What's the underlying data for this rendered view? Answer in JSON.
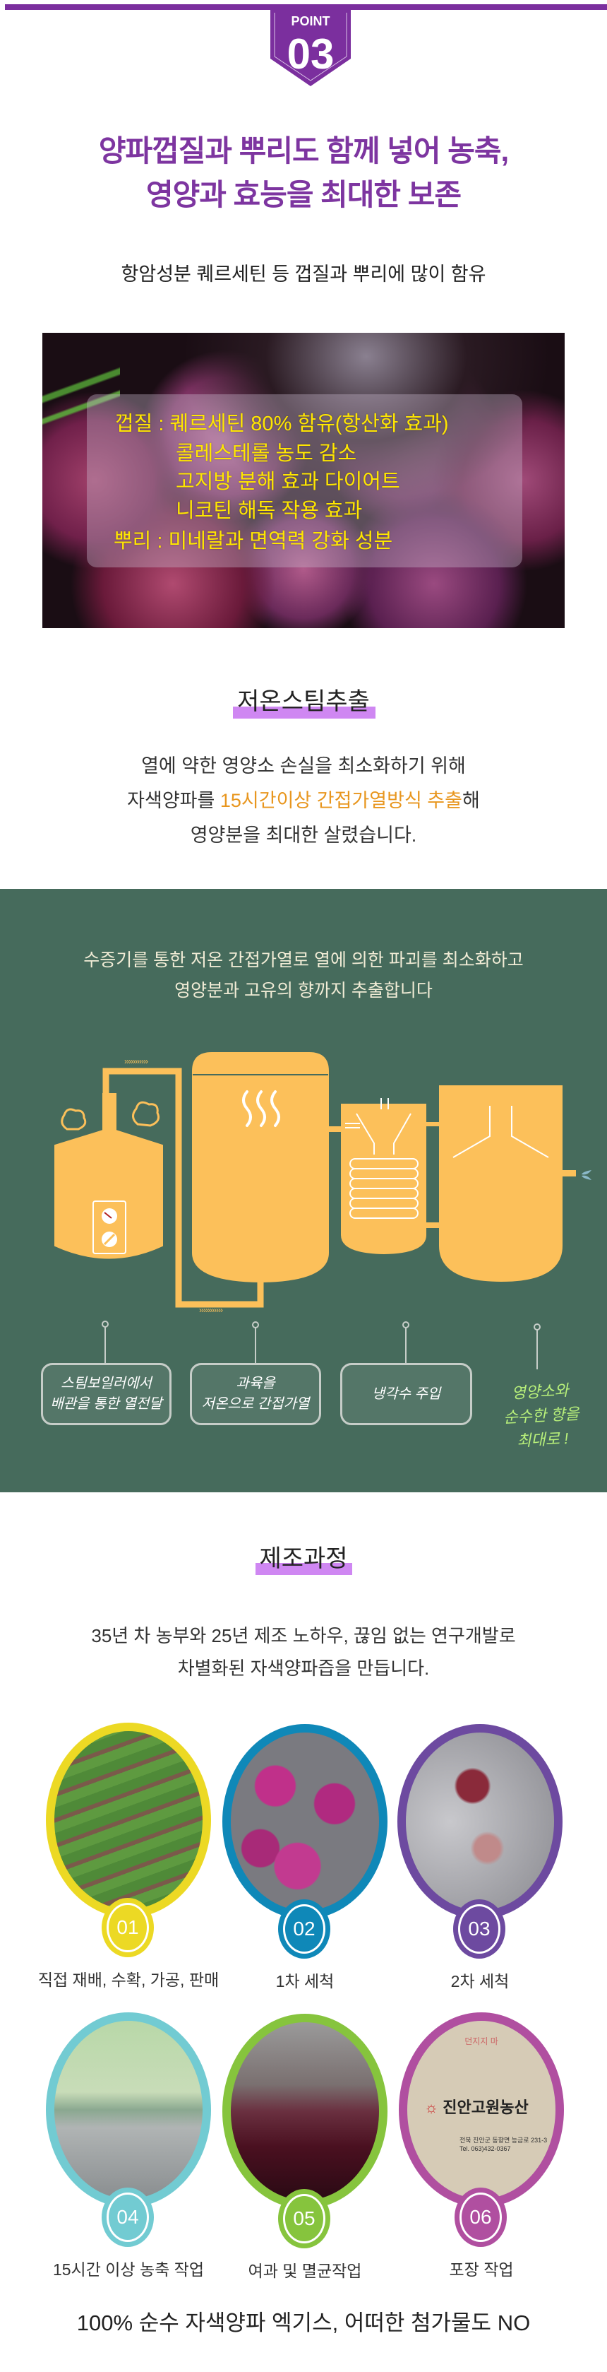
{
  "badge": {
    "label": "POINT",
    "number": "03"
  },
  "title": {
    "line1": "양파껍질과 뿌리도 함께 넣어 농축,",
    "line2": "영양과 효능을 최대한 보존"
  },
  "subtitle": "항암성분 퀘르세틴 등 껍질과 뿌리에 많이 함유",
  "photo_overlay": {
    "lines": [
      "껍질 : 퀘르세틴 80% 함유(항산화 효과)",
      "콜레스테롤 농도 감소",
      "고지방 분해 효과 다이어트",
      "니코틴 해독 작용 효과",
      "뿌리 : 미네랄과 면역력 강화 성분"
    ]
  },
  "steam_section": {
    "heading": "저온스팀추출",
    "para_line1": "열에 약한 영양소 손실을 최소화하기 위해",
    "para_line2_before": "자색양파를 ",
    "para_line2_highlight": "15시간이상 간접가열방식 추출",
    "para_line2_after": "해",
    "para_line3": "영양분을 최대한 살렸습니다."
  },
  "diagram": {
    "intro_line1": "수증기를 통한 저온 간접가열로 열에 의한 파괴를 최소화하고",
    "intro_line2": "영양분과 고유의 향까지 추출합니다",
    "arrows": "›››››››››››",
    "boxes": [
      {
        "line1": "스팀보일러에서",
        "line2": "배관을 통한 열전달"
      },
      {
        "line1": "과육을",
        "line2": "저온으로 간접가열"
      },
      {
        "line1": "냉각수 주입",
        "line2": ""
      }
    ],
    "handwritten": {
      "line1": "영양소와",
      "line2": "순수한 향을",
      "line3": "최대로 !"
    },
    "colors": {
      "bg": "#466b5c",
      "tank": "#fcc05a",
      "hand": "#b8f07a"
    }
  },
  "process_section": {
    "heading": "제조과정",
    "para_line1": "35년 차 농부와 25년 제조 노하우, 끊임 없는 연구개발로",
    "para_line2": "차별화된 자색양파즙을 만듭니다.",
    "steps": [
      {
        "num": "01",
        "label": "직접 재배, 수확, 가공, 판매",
        "color": "#ecd924"
      },
      {
        "num": "02",
        "label": "1차 세척",
        "color": "#0f88b8"
      },
      {
        "num": "03",
        "label": "2차 세척",
        "color": "#6d4aa0"
      },
      {
        "num": "04",
        "label": "15시간 이상 농축 작업",
        "color": "#72cbd2"
      },
      {
        "num": "05",
        "label": "여과 및 멸균작업",
        "color": "#86c43d"
      },
      {
        "num": "06",
        "label": "포장 작업",
        "color": "#b04fa0"
      }
    ],
    "package_logo": {
      "brand": "진안고원농산",
      "address": "전북 진안군 동향면 능금로 231-3",
      "tel": "Tel. 063)432-0367",
      "top": "던지지 마"
    }
  },
  "closing": "100% 순수 자색양파 엑기스, 어떠한 첨가물도 NO"
}
